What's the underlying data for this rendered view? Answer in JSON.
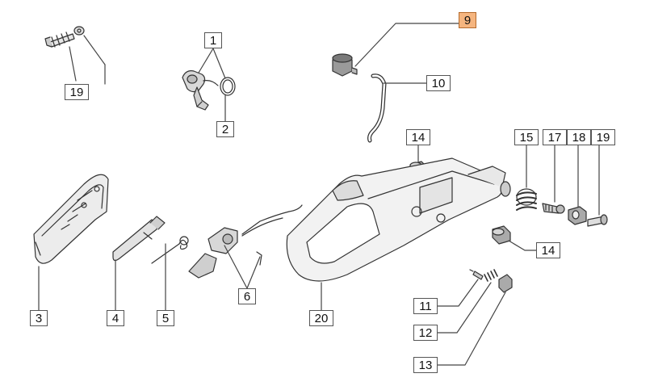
{
  "diagram": {
    "highlight_color": "#f5b57f",
    "labels": [
      {
        "id": "l9",
        "text": "9"
      },
      {
        "id": "l1",
        "text": "1"
      },
      {
        "id": "l2",
        "text": "2"
      },
      {
        "id": "l19a",
        "text": "19"
      },
      {
        "id": "l10",
        "text": "10"
      },
      {
        "id": "l14a",
        "text": "14"
      },
      {
        "id": "l15",
        "text": "15"
      },
      {
        "id": "l17",
        "text": "17"
      },
      {
        "id": "l18",
        "text": "18"
      },
      {
        "id": "l19b",
        "text": "19"
      },
      {
        "id": "l14b",
        "text": "14"
      },
      {
        "id": "l3",
        "text": "3"
      },
      {
        "id": "l4",
        "text": "4"
      },
      {
        "id": "l5",
        "text": "5"
      },
      {
        "id": "l6",
        "text": "6"
      },
      {
        "id": "l20",
        "text": "20"
      },
      {
        "id": "l11",
        "text": "11"
      },
      {
        "id": "l12",
        "text": "12"
      },
      {
        "id": "l13",
        "text": "13"
      }
    ]
  }
}
